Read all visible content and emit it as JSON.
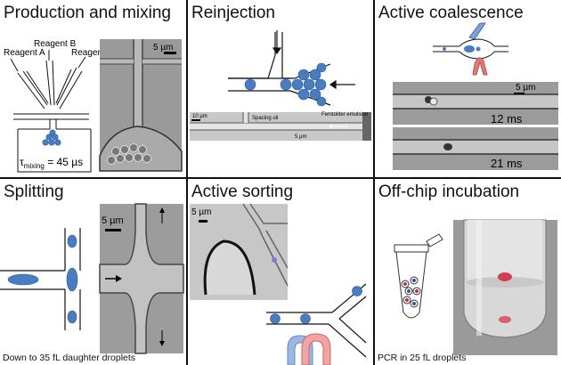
{
  "colors": {
    "droplet": "#4a7cc0",
    "droplet_edge": "#2c5a9a",
    "blue_tube": "#7ea2d8",
    "red_tube": "#e07a7a",
    "line": "#111111"
  },
  "panels": [
    {
      "title": "Production and mixing",
      "caption": ""
    },
    {
      "title": "Reinjection",
      "caption": ""
    },
    {
      "title": "Active coalescence",
      "caption": ""
    },
    {
      "title": "Splitting",
      "caption": "Down to 35 fL daughter droplets"
    },
    {
      "title": "Active sorting",
      "caption": ""
    },
    {
      "title": "Off-chip incubation",
      "caption": "PCR in 25 fL droplets"
    }
  ],
  "production": {
    "reagent_a": "Reagent A",
    "reagent_b": "Reagent B",
    "reagent_c": "Reagent C",
    "scale": "5 µm",
    "tau_label": "τ",
    "tau_sub": "mixing",
    "tau_value": " = 45 µs"
  },
  "reinjection": {
    "scale": "10 µm",
    "spacing_oil": "Spacing oil",
    "femtoliter": "Femtoliter emulsion",
    "scale2": "5 µm"
  },
  "coalescence": {
    "scale": "5 µm",
    "t1": "12 ms",
    "t2": "21 ms"
  },
  "splitting": {
    "scale": "5 µm"
  },
  "sorting": {
    "scale": "5 µm"
  }
}
